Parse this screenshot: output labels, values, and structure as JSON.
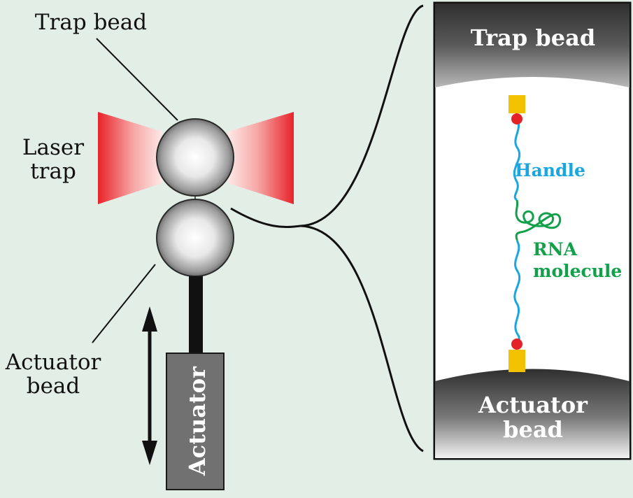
{
  "labels": {
    "trap_bead": "Trap bead",
    "laser_trap": [
      "Laser",
      "trap"
    ],
    "actuator_bead": [
      "Actuator",
      "bead"
    ],
    "actuator": "Actuator"
  },
  "zoom_panel": {
    "trap_bead": "Trap bead",
    "actuator_bead": [
      "Actuator",
      "bead"
    ],
    "handle": "Handle",
    "rna_molecule": [
      "RNA",
      "molecule"
    ]
  },
  "colors": {
    "background": "#e3efe6",
    "laser": "#e8232a",
    "handle": "#1aa6e0",
    "rna": "#12a04a",
    "anchor": "#f2c200",
    "attachment_dot": "#e52228",
    "bead_cap": "#4a4a4a",
    "actuator_box": "#717171"
  }
}
